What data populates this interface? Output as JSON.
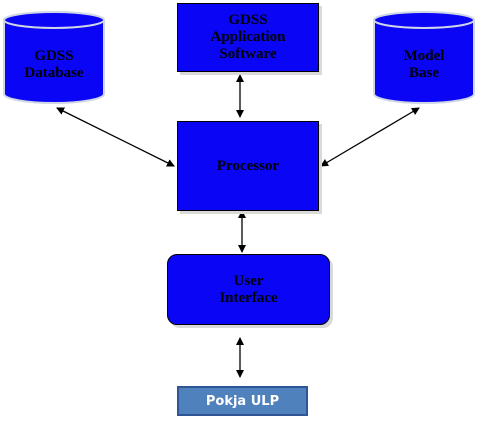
{
  "nodes": {
    "gdss_database": {
      "line1": "GDSS",
      "line2": "Database"
    },
    "application_software": {
      "line1": "GDSS",
      "line2": "Application",
      "line3": "Software"
    },
    "model_base": {
      "line1": "Model",
      "line2": "Base"
    },
    "processor": {
      "label": "Processor"
    },
    "user_interface": {
      "line1": "User",
      "line2": "Interface"
    },
    "pokja": {
      "label": "Pokja ULP"
    }
  },
  "colors": {
    "node_fill": "#0a06f5",
    "pokja_fill": "#4f81bd",
    "pokja_border": "#2f5597",
    "arrow": "#000000"
  }
}
